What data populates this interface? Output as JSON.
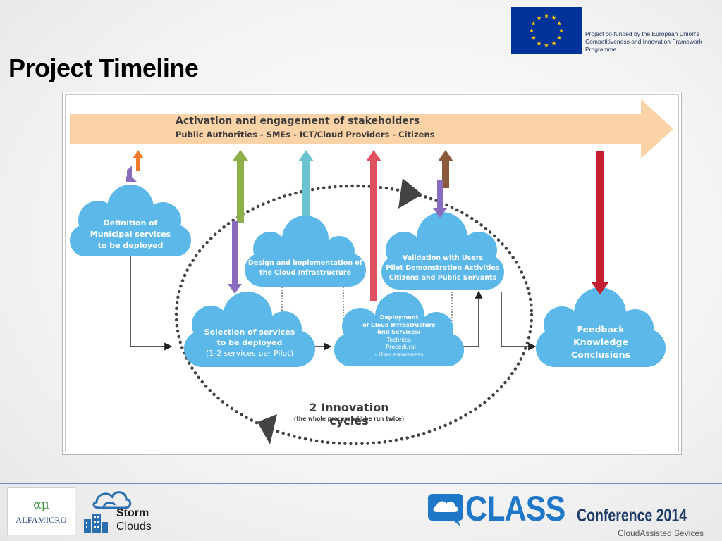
{
  "slide": {
    "title": "Project Timeline",
    "eu_notice": [
      "Project co-funded by the European Union's",
      "Competitiveness and Innovation Framework",
      "Programme"
    ]
  },
  "diagram": {
    "banner": {
      "title": "Activation and engagement of stakeholders",
      "subtitle": "Public Authorities - SMEs - ICT/Cloud Providers - Citizens"
    },
    "steps": {
      "definition": [
        "Definition of",
        "Municipal services",
        "to be  deployed"
      ],
      "selection": [
        "Selection of services",
        "to be deployed",
        "(1-2 services per Pilot)"
      ],
      "design": [
        "Design and implementation of",
        "the Cloud Infrastructure"
      ],
      "deployment": [
        "Deployment",
        "of Cloud Infrastructure",
        "and Services:",
        "-Technical",
        "- Procedural",
        "- User awareness"
      ],
      "validation": [
        "Validation with Users",
        "Pilot Demonstration Activities",
        "Citizens and Public Servants"
      ],
      "feedback": [
        "Feedback",
        "Knowledge",
        "Conclusions"
      ]
    },
    "cycles": {
      "title": "2 Innovation cycles",
      "subtitle": "(the whole process will be run twice)"
    }
  },
  "footer": {
    "alfamicro_symbol": "αμ",
    "alfamicro_name": "ALFAMICRO",
    "storm_word": "Storm",
    "clouds_word": "Clouds",
    "class_word": "CLASS",
    "conference": "Conference 2014",
    "cloud_assisted": "CloudAssisted Sevices"
  },
  "colors": {
    "cloud_blue": "#5bb8e8",
    "banner_orange": "#fbd3a6",
    "eu_blue": "#003399",
    "eu_star": "#ffcc00",
    "arrow_green": "#8db04a",
    "arrow_purple": "#8a6cbf",
    "arrow_teal": "#6cc3cf",
    "arrow_red": "#e0505f",
    "arrow_brown": "#8b5a3c",
    "arrow_crimson": "#c4202f",
    "arrow_orange": "#f07a2a",
    "class_blue": "#1f77c8"
  }
}
